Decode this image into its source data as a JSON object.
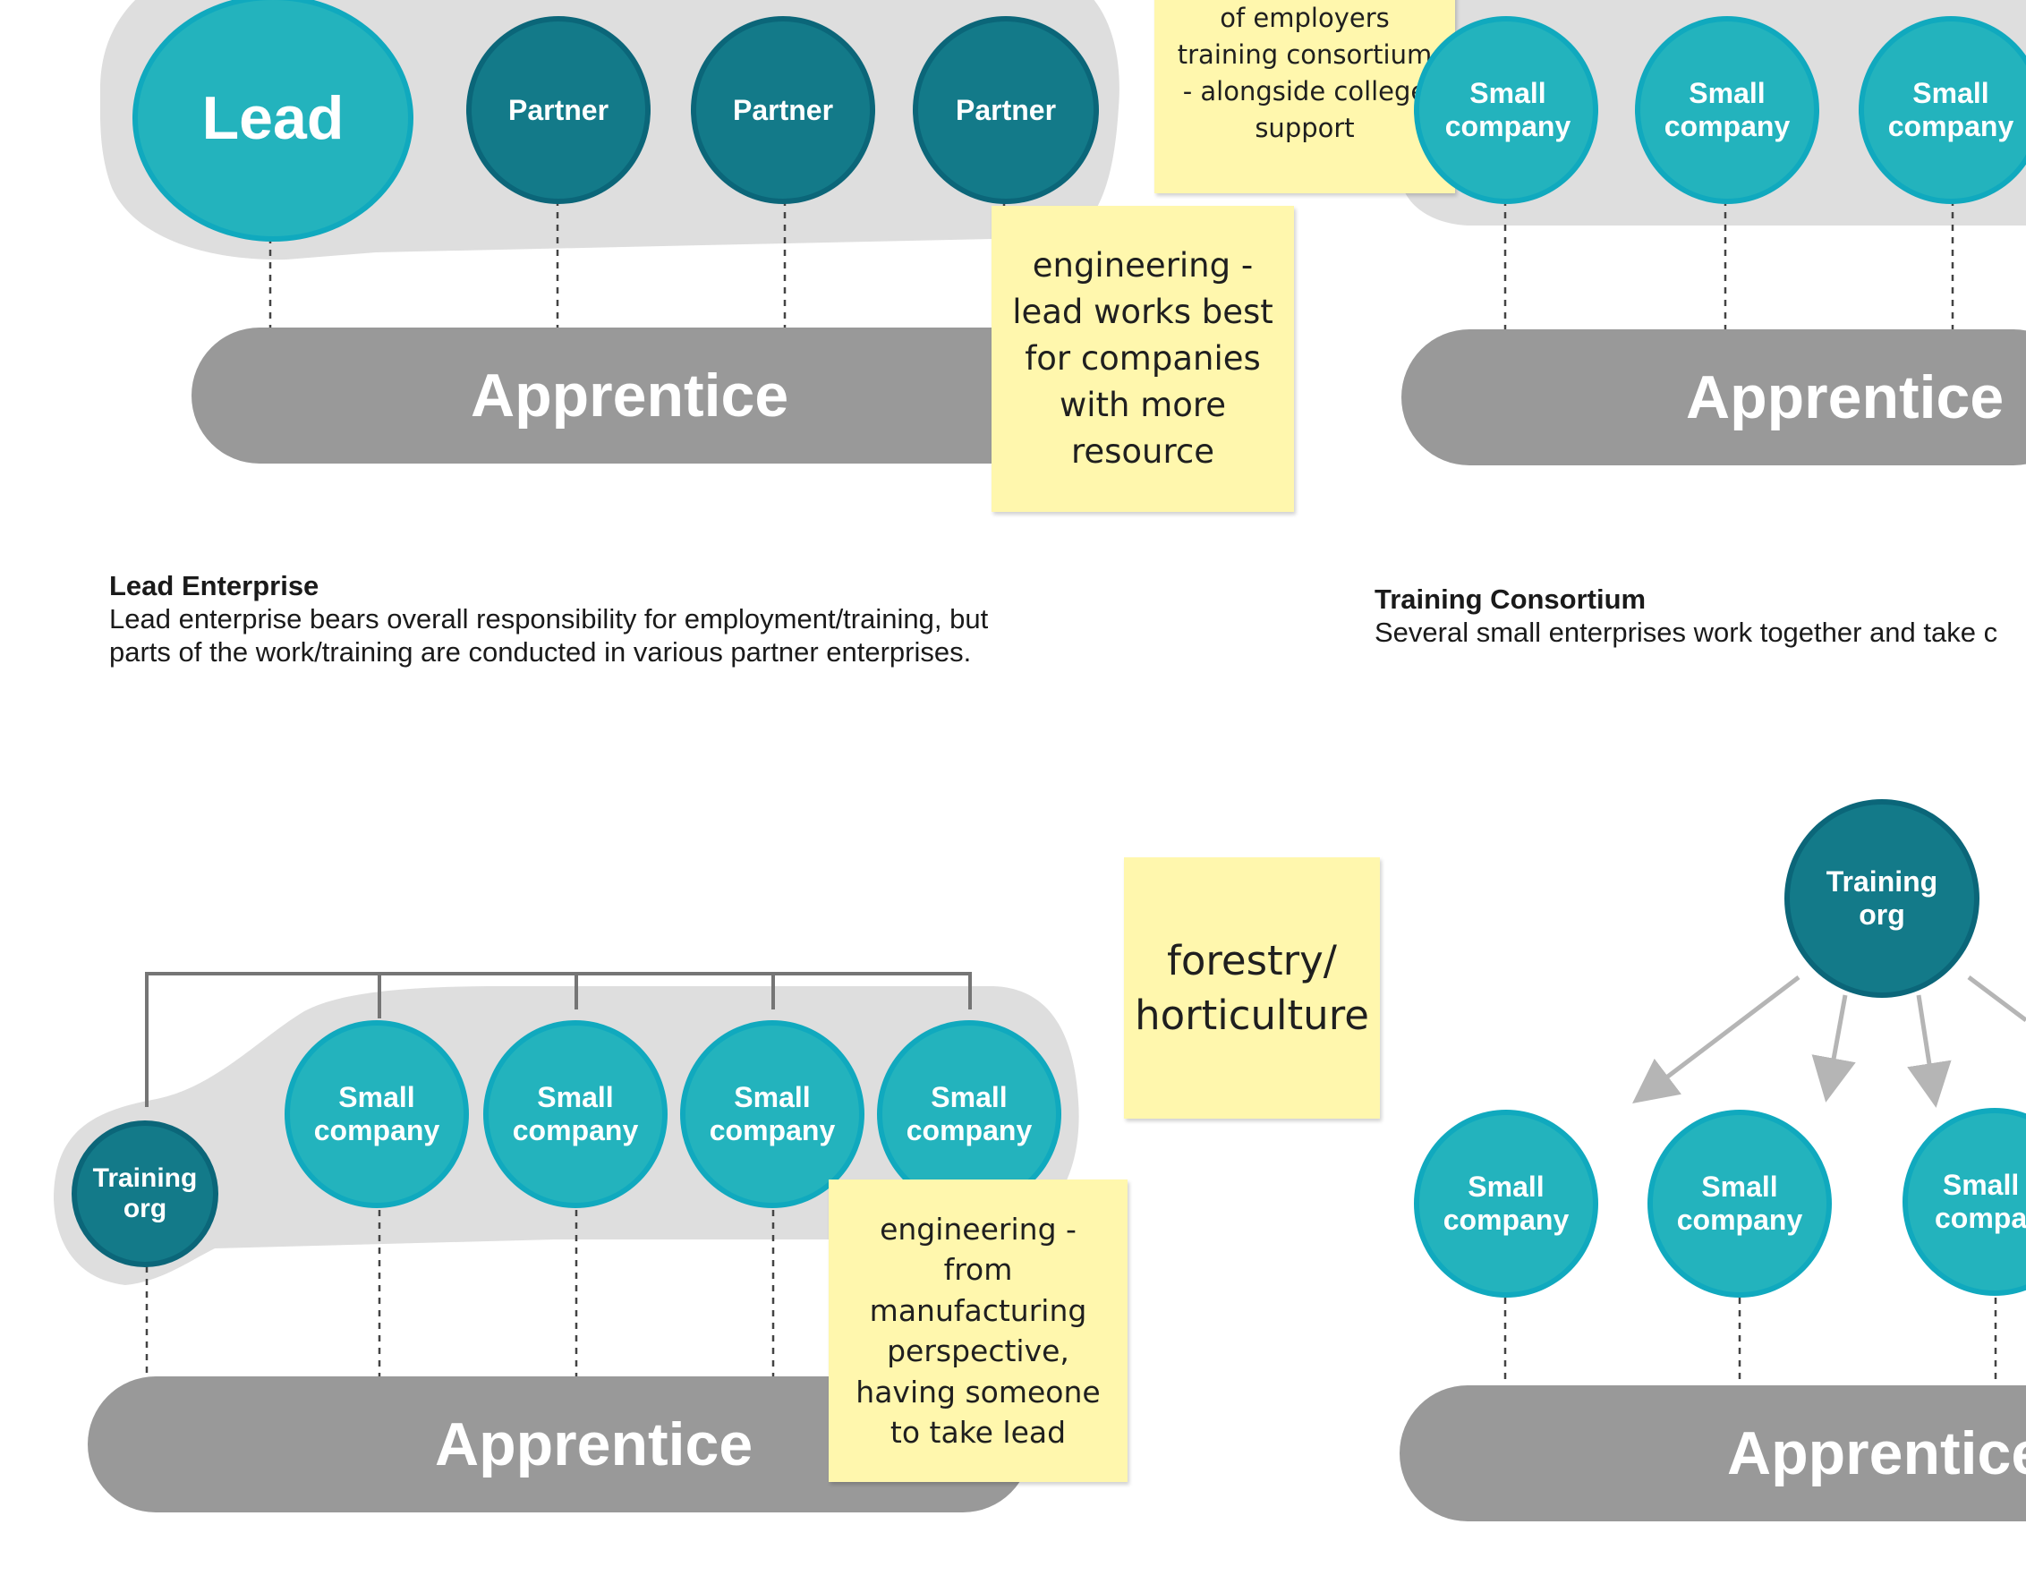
{
  "colors": {
    "teal": "#23b3bd",
    "dark_teal": "#137a89",
    "group_background": "#dedede",
    "apprentice_bar": "#999999",
    "sticky_note": "#fff7ad",
    "connector": "#757575",
    "arrow": "#b5b5b5"
  },
  "lead_enterprise": {
    "lead_label": "Lead",
    "partner_labels": [
      "Partner",
      "Partner",
      "Partner"
    ],
    "apprentice_label": "Apprentice",
    "note": "engineering -\nlead works best\nfor companies\nwith more\nresource",
    "heading": "Lead Enterprise",
    "description": "Lead enterprise bears overall responsibility for employment/training, but\nparts of the work/training are conducted in various partner enterprises."
  },
  "training_consortium": {
    "company_labels": [
      "Small\ncompany",
      "Small\ncompany",
      "Small\ncompany"
    ],
    "apprentice_label": "Apprentice",
    "note": "of employers\ntraining consortium\n- alongside college\nsupport",
    "heading": "Training Consortium",
    "description": "Several small enterprises work together and take c"
  },
  "training_org_model": {
    "training_org_label": "Training\norg",
    "company_labels": [
      "Small\ncompany",
      "Small\ncompany",
      "Small\ncompany",
      "Small\ncompany"
    ],
    "apprentice_label": "Apprentice",
    "note_sector": "forestry/\nhorticulture",
    "note": "engineering -\nfrom\nmanufacturing\nperspective,\nhaving someone\nto take lead"
  },
  "training_org_distribution": {
    "training_org_label": "Training\norg",
    "company_labels": [
      "Small\ncompany",
      "Small\ncompany",
      "Small\ncompa"
    ],
    "apprentice_label": "Apprentice"
  }
}
